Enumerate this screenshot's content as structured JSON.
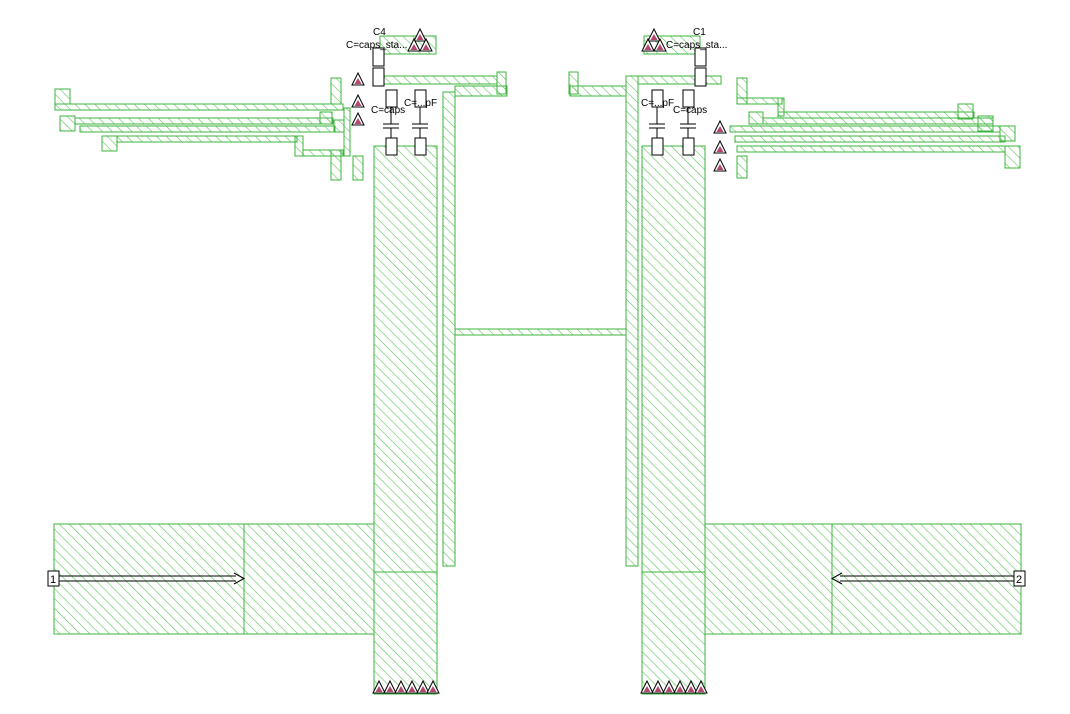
{
  "colors": {
    "background": "#ffffff",
    "metal_stroke": "#3cb43c",
    "metal_hatch": "#5cc45c",
    "via_fill": "#b4476e",
    "component_stroke": "#000000"
  },
  "icons": {
    "ground": "ground-triangle-icon",
    "port_arrow": "port-arrow-icon"
  },
  "components": {
    "c4": {
      "name": "C4",
      "value": "C=caps_sta..."
    },
    "c1": {
      "name": "C1",
      "value": "C=caps_sta..."
    },
    "c3_left": {
      "name": "",
      "value": "C=caps"
    },
    "c_left_pf": {
      "name": "",
      "value": "C=...pF"
    },
    "c_right_pf": {
      "name": "",
      "value": "C=...pF"
    },
    "c_right_caps": {
      "name": "",
      "value": "C=caps"
    }
  },
  "ports": [
    {
      "id": "port-1",
      "label": "1"
    },
    {
      "id": "port-2",
      "label": "2"
    }
  ]
}
